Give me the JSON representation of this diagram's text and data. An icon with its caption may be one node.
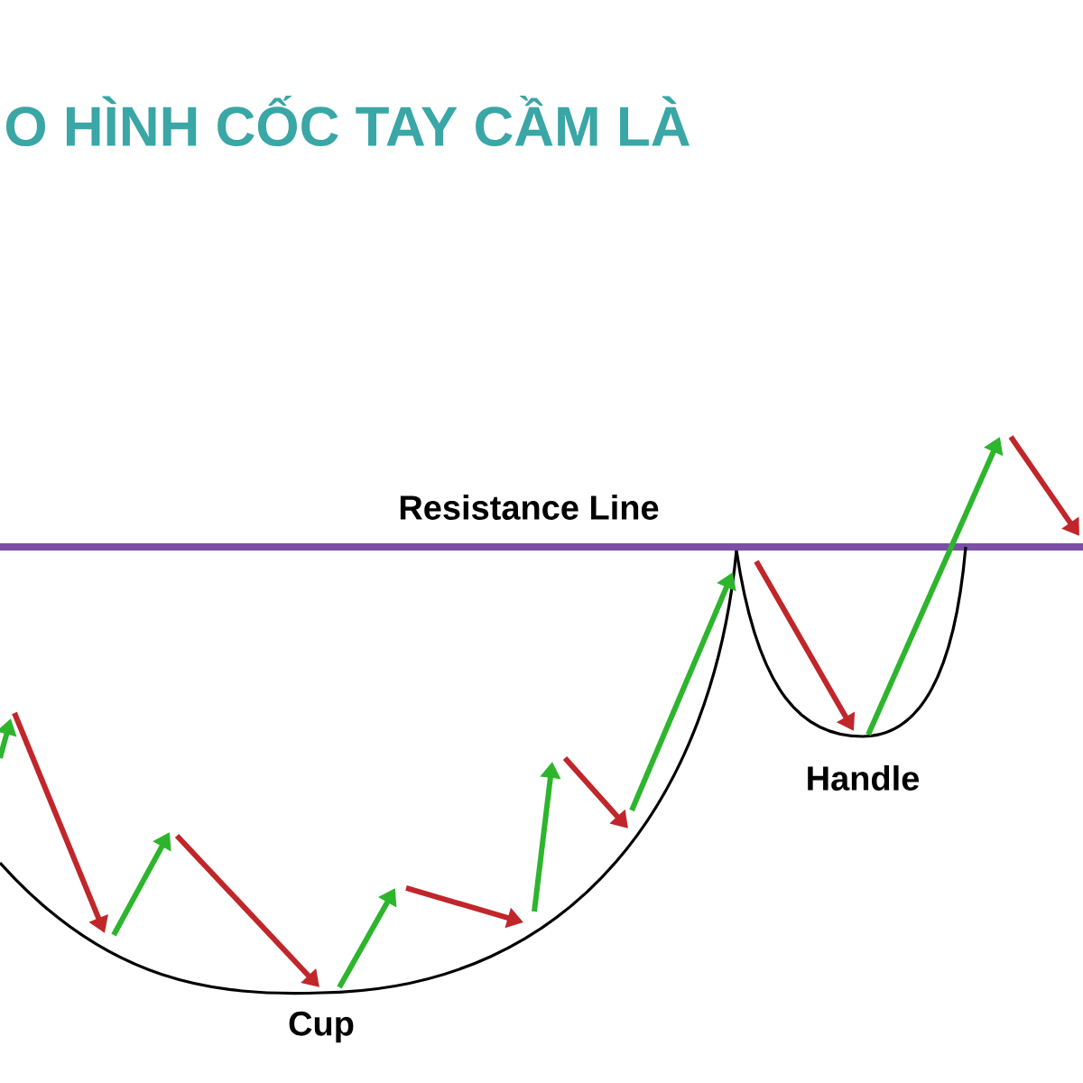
{
  "diagram": {
    "title": "O HÌNH CỐC TAY CẦM LÀ",
    "labels": [
      "Resistance Line",
      "Handle",
      "Cup"
    ]
  }
}
